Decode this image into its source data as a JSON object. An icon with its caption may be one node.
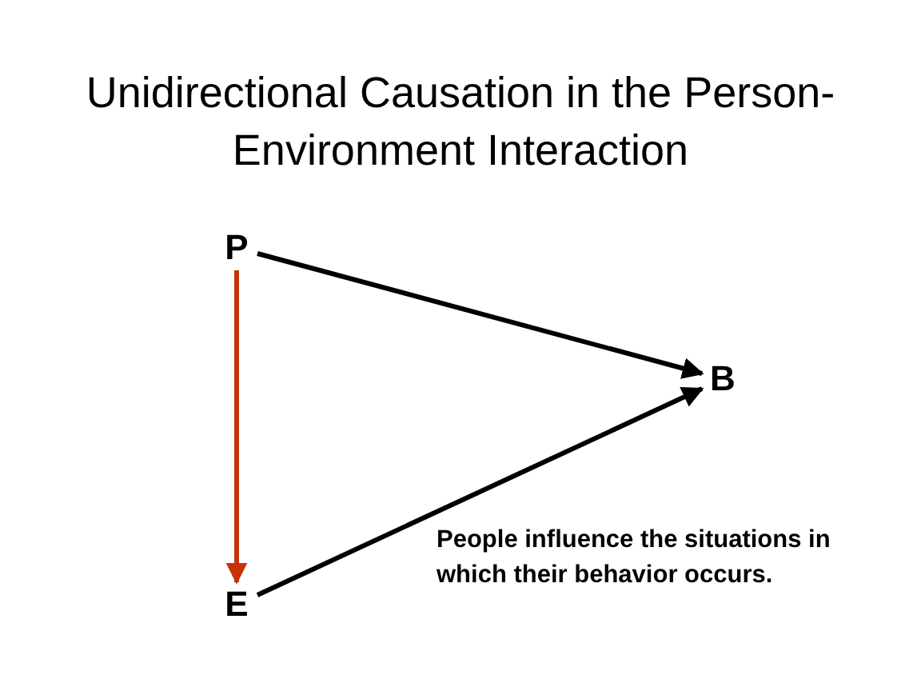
{
  "diagram": {
    "title": "Unidirectional Causation in the Person-Environment Interaction",
    "nodes": [
      {
        "text": [
          "P"
        ]
      },
      {
        "text": [
          "B"
        ]
      },
      {
        "text": [
          "E"
        ]
      }
    ],
    "edges": [
      {
        "from": 0,
        "to": 1,
        "arrow": "to"
      },
      {
        "from": 2,
        "to": 1,
        "arrow": "to"
      },
      {
        "from": 0,
        "to": 2,
        "arrow": "to",
        "color": "#c8320a"
      }
    ],
    "labels": [
      "People influence the situations in which their behavior occurs."
    ]
  }
}
